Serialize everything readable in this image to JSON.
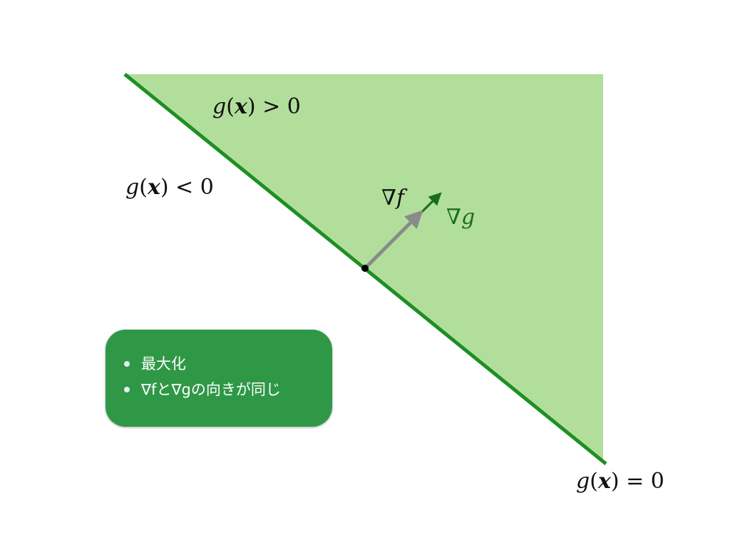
{
  "colors": {
    "region_fill": "#b2de9b",
    "boundary_line": "#1e8f24",
    "grad_f_arrow": "#8a8a8a",
    "grad_g_arrow": "#1a6e1a",
    "grad_g_label": "#1a6e1a",
    "point": "#000000",
    "box_fill": "#2f9846",
    "box_text": "#ffffff"
  },
  "labels": {
    "positive_region": {
      "prefix": "g",
      "open": "(",
      "var": "x",
      "close": ")",
      "relation": " > 0"
    },
    "negative_region": {
      "prefix": "g",
      "open": "(",
      "var": "x",
      "close": ")",
      "relation": " < 0"
    },
    "boundary": {
      "prefix": "g",
      "open": "(",
      "var": "x",
      "close": ")",
      "relation": " = 0"
    },
    "grad_f": {
      "nabla": "∇",
      "fn": "f"
    },
    "grad_g": {
      "nabla": "∇",
      "fn": "g"
    }
  },
  "info_box": {
    "items": [
      "最大化",
      "∇fと∇gの向きが同じ"
    ]
  }
}
